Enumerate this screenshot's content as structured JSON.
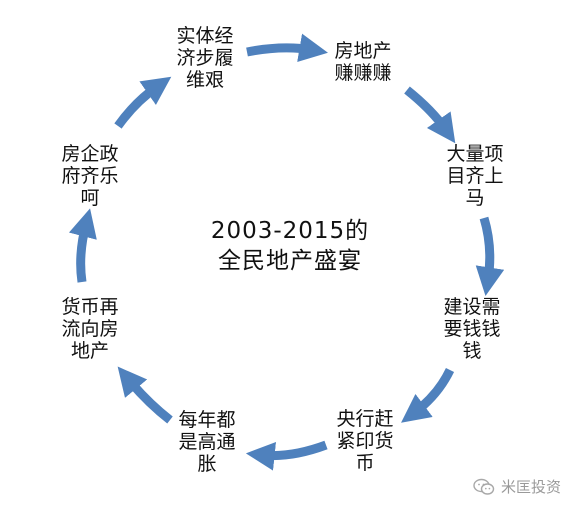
{
  "center": {
    "line1": "2003-2015的",
    "line2": "全民地产盛宴"
  },
  "nodes": {
    "n1": [
      "实体经",
      "济步履",
      "维艰"
    ],
    "n2": [
      "房地产",
      "赚赚赚"
    ],
    "n3": [
      "大量项",
      "目齐上",
      "马"
    ],
    "n4": [
      "建设需",
      "要钱钱",
      "钱"
    ],
    "n5": [
      "央行赶",
      "紧印货",
      "币"
    ],
    "n6": [
      "每年都",
      "是高通",
      "胀"
    ],
    "n7": [
      "货币再",
      "流向房",
      "地产"
    ],
    "n8": [
      "房企政",
      "府齐乐",
      "呵"
    ]
  },
  "watermark": {
    "text": "米匡投资"
  },
  "colors": {
    "arrow": "#4f81bd",
    "text": "#111111",
    "watermark": "#9a9a9a"
  },
  "icons": {
    "arrow": "curved-arrow",
    "watermark": "wechat-logo-icon"
  }
}
